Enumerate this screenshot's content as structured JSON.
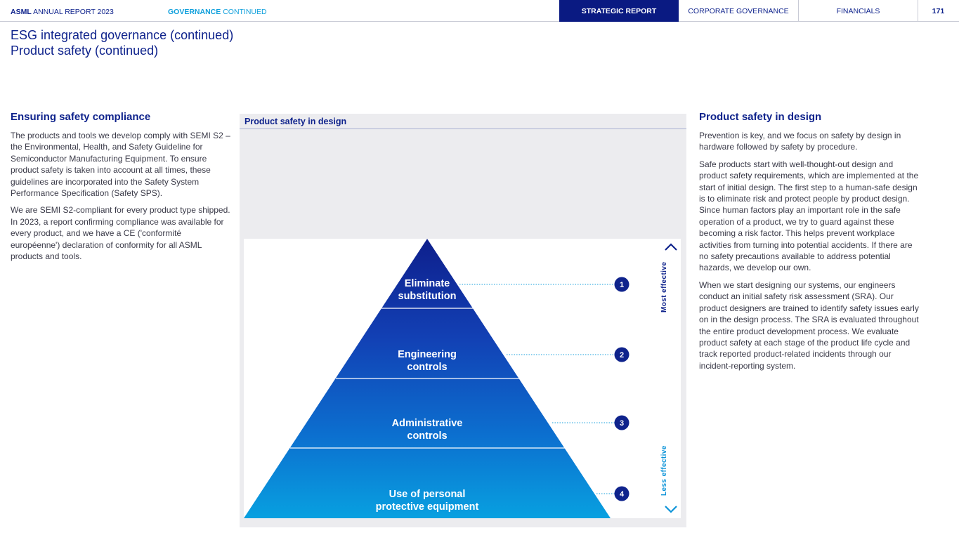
{
  "header": {
    "brand": "ASML",
    "report": "ANNUAL REPORT 2023",
    "section_bold": "GOVERNANCE",
    "section_rest": "CONTINUED",
    "tabs": [
      "STRATEGIC REPORT",
      "CORPORATE GOVERNANCE",
      "FINANCIALS"
    ],
    "active_tab": "STRATEGIC REPORT",
    "page_number": "171"
  },
  "title": {
    "line1": "ESG integrated governance (continued)",
    "line2": "Product safety (continued)"
  },
  "left": {
    "heading": "Ensuring safety compliance",
    "paragraphs": [
      "The products and tools we develop comply with SEMI S2 – the Environmental, Health, and Safety Guideline for Semiconductor Manufacturing Equipment. To ensure product safety is taken into account at all times, these guidelines are incorporated into the Safety System Performance Specification (Safety SPS).",
      "We are SEMI S2-compliant for every product type shipped. In 2023, a report confirming compliance was available for every product, and we have a CE ('conformité européenne') declaration of conformity for all ASML products and tools."
    ]
  },
  "figure": {
    "title": "Product safety in design",
    "levels": [
      {
        "number": "1",
        "line1": "Eliminate",
        "line2": "substitution",
        "color": "#0f2e9e"
      },
      {
        "number": "2",
        "line1": "Engineering",
        "line2": "controls",
        "color": "#1246b8"
      },
      {
        "number": "3",
        "line1": "Administrative",
        "line2": "controls",
        "color": "#0e6ccc"
      },
      {
        "number": "4",
        "line1": "Use of personal",
        "line2": "protective equipment",
        "color": "#0b93d8"
      }
    ],
    "top_label": "Most effective",
    "bottom_label": "Less effective"
  },
  "right": {
    "heading": "Product safety in design",
    "paragraphs": [
      "Prevention is key, and we focus on safety by design in hardware followed by safety by procedure.",
      "Safe products start with well-thought-out design and product safety requirements, which are implemented at the start of initial design. The first step to a human-safe design is to eliminate risk and protect people by product design. Since human factors play an important role in the safe operation of a product, we try to guard against these becoming a risk factor. This helps prevent workplace activities from turning into potential accidents. If there are no safety precautions available to address potential hazards, we develop our own.",
      "When we start designing our systems, our engineers conduct an initial safety risk assessment (SRA). Our product designers are trained to identify safety issues early on in the design process. The SRA is evaluated throughout the entire product development process. We evaluate product safety at each stage of the product life cycle and track reported product-related incidents through our incident-reporting system."
    ]
  }
}
